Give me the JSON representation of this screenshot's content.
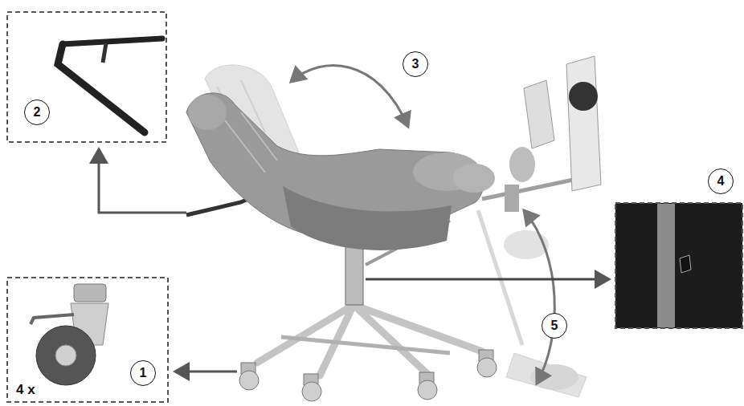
{
  "diagram": {
    "nodes": [
      {
        "text": [
          "1"
        ]
      },
      {
        "text": [
          "2"
        ]
      },
      {
        "text": [
          "3"
        ]
      },
      {
        "text": [
          "4"
        ]
      },
      {
        "text": [
          "5"
        ]
      }
    ],
    "labels": [
      "4 x"
    ]
  }
}
